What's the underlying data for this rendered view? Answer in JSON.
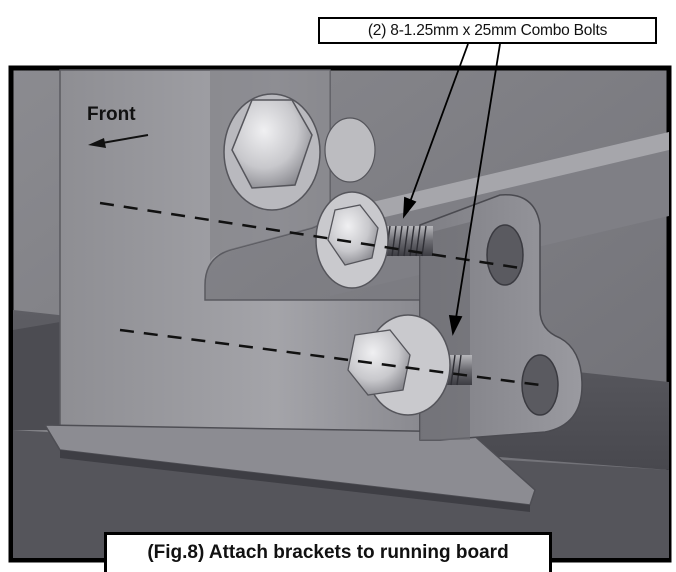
{
  "callout": {
    "text": "(2) 8-1.25mm x 25mm Combo Bolts"
  },
  "direction_label": {
    "text": "Front"
  },
  "caption": {
    "text": "(Fig.8) Attach brackets to running board"
  },
  "colors": {
    "frame_border": "#000000",
    "steel_light": "#9b9ba0",
    "steel_mid": "#7c7c82",
    "steel_dark": "#4a4a50",
    "bolt_light": "#d8d8dc"
  }
}
